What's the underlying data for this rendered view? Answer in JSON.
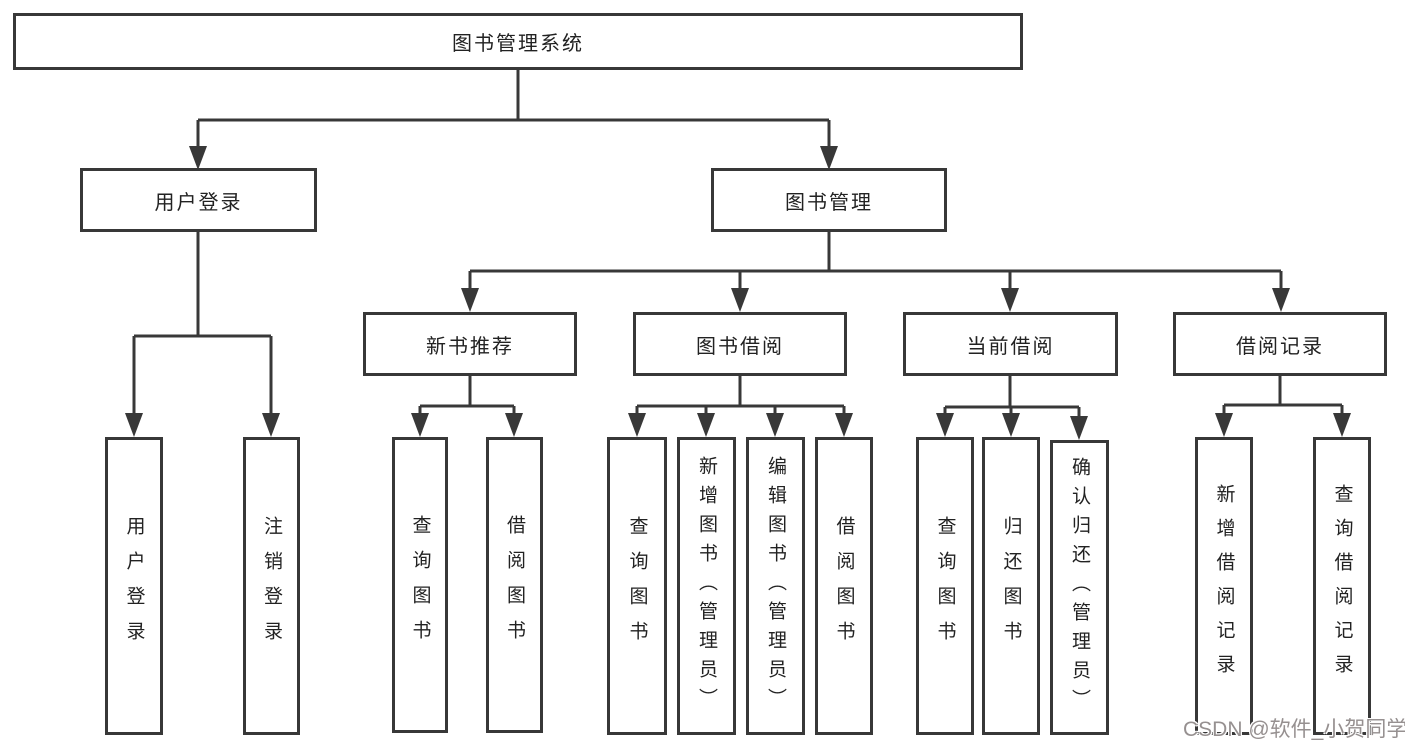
{
  "diagram": {
    "root": {
      "label": "图书管理系统"
    },
    "level2": [
      {
        "label": "用户登录"
      },
      {
        "label": "图书管理"
      }
    ],
    "level3": [
      {
        "label": "新书推荐"
      },
      {
        "label": "图书借阅"
      },
      {
        "label": "当前借阅"
      },
      {
        "label": "借阅记录"
      }
    ],
    "leaves": [
      {
        "label": "用户登录"
      },
      {
        "label": "注销登录"
      },
      {
        "label": "查询图书"
      },
      {
        "label": "借阅图书"
      },
      {
        "label": "查询图书"
      },
      {
        "label": "新增图书（管理员）"
      },
      {
        "label": "编辑图书（管理员）"
      },
      {
        "label": "借阅图书"
      },
      {
        "label": "查询图书"
      },
      {
        "label": "归还图书"
      },
      {
        "label": "确认归还（管理员）"
      },
      {
        "label": "新增借阅记录"
      },
      {
        "label": "查询借阅记录"
      }
    ],
    "line_color": "#383838",
    "box_background": "#ffffff",
    "text_color": "#222222"
  },
  "watermark": {
    "text": "CSDN @软件_小贺同学",
    "color": "#969090"
  }
}
